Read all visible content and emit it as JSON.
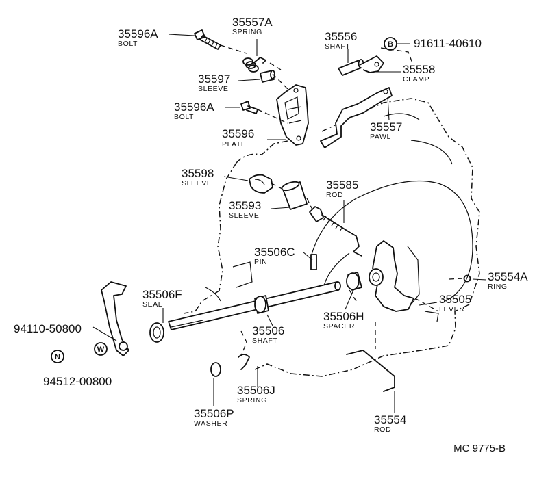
{
  "diagram_ref": "MC 9775-B",
  "parts": [
    {
      "id": "p1",
      "number": "35596A",
      "name": "BOLT"
    },
    {
      "id": "p2",
      "number": "35557A",
      "name": "SPRING"
    },
    {
      "id": "p3",
      "number": "35556",
      "name": "SHAFT"
    },
    {
      "id": "p4",
      "number": "91611-40610",
      "name": "",
      "symbol": "B"
    },
    {
      "id": "p5",
      "number": "35558",
      "name": "CLAMP"
    },
    {
      "id": "p6",
      "number": "35597",
      "name": "SLEEVE"
    },
    {
      "id": "p7",
      "number": "35596A",
      "name": "BOLT"
    },
    {
      "id": "p8",
      "number": "35557",
      "name": "PAWL"
    },
    {
      "id": "p9",
      "number": "35596",
      "name": "PLATE"
    },
    {
      "id": "p10",
      "number": "35598",
      "name": "SLEEVE"
    },
    {
      "id": "p11",
      "number": "35585",
      "name": "ROD"
    },
    {
      "id": "p12",
      "number": "35593",
      "name": "SLEEVE"
    },
    {
      "id": "p13",
      "number": "35506C",
      "name": "PIN"
    },
    {
      "id": "p14",
      "number": "35554A",
      "name": "RING"
    },
    {
      "id": "p15",
      "number": "35506F",
      "name": "SEAL"
    },
    {
      "id": "p16",
      "number": "35505",
      "name": "LEVER"
    },
    {
      "id": "p17",
      "number": "94110-50800",
      "name": "",
      "symbol": "N"
    },
    {
      "id": "p18",
      "number": "35506",
      "name": "SHAFT"
    },
    {
      "id": "p19",
      "number": "35506H",
      "name": "SPACER"
    },
    {
      "id": "p20",
      "number": "94512-00800",
      "name": "",
      "symbol": "W"
    },
    {
      "id": "p21",
      "number": "35506J",
      "name": "SPRING"
    },
    {
      "id": "p22",
      "number": "35506P",
      "name": "WASHER"
    },
    {
      "id": "p23",
      "number": "35554",
      "name": "ROD"
    }
  ]
}
